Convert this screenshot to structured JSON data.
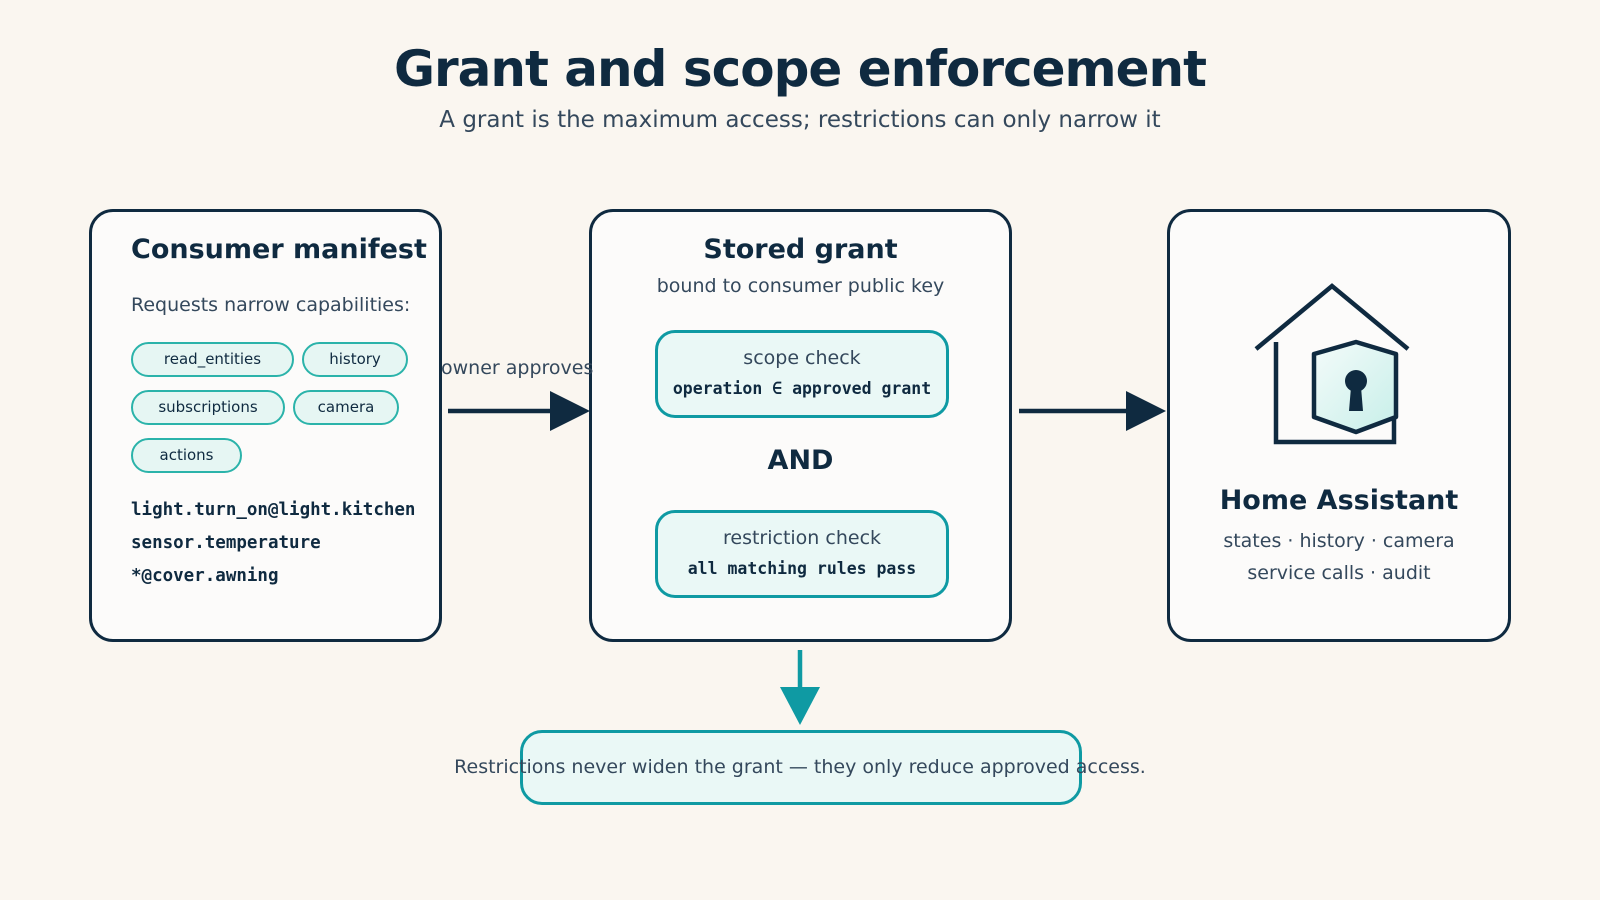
{
  "header": {
    "title": "Grant and scope enforcement",
    "subtitle": "A grant is the maximum access; restrictions can only narrow it"
  },
  "manifest": {
    "heading": "Consumer manifest",
    "intro": "Requests narrow capabilities:",
    "capabilities": [
      "read_entities",
      "history",
      "subscriptions",
      "camera",
      "actions"
    ],
    "scopes": [
      "light.turn_on@light.kitchen",
      "sensor.temperature",
      "*@cover.awning"
    ]
  },
  "edges": {
    "owner_approves": "owner approves"
  },
  "grant": {
    "heading": "Stored grant",
    "subheading": "bound to consumer public key",
    "scope_check": {
      "title": "scope check",
      "rule": "operation ∈ approved grant"
    },
    "and_label": "AND",
    "restriction_check": {
      "title": "restriction check",
      "rule": "all matching rules pass"
    }
  },
  "home_assistant": {
    "icon": "house-lock-icon",
    "heading": "Home Assistant",
    "line1": "states · history · camera",
    "line2": "service calls · audit"
  },
  "note": {
    "text": "Restrictions never widen the grant — they only reduce approved access."
  },
  "colors": {
    "navy": "#0f2a40",
    "teal": "#0f9aa3",
    "teal_light": "#eaf8f6",
    "background": "#faf6f0"
  }
}
